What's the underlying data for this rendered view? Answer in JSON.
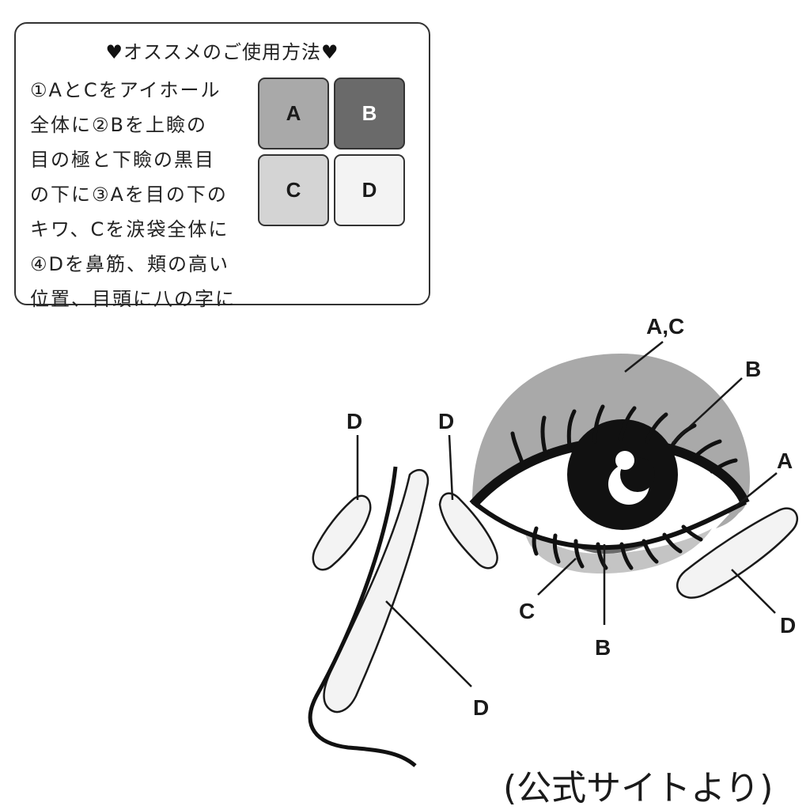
{
  "card": {
    "title": "オススメのご使用方法",
    "heart": "♥",
    "lines": [
      "①AとCをアイホール",
      "全体に②Bを上瞼の",
      "目の極と下瞼の黒目",
      "の下に③Aを目の下の",
      "キワ、Cを涙袋全体に",
      "④Dを鼻筋、頬の高い",
      "位置、目頭に八の字に"
    ]
  },
  "palette": [
    {
      "label": "A",
      "color": "#a9a9a9",
      "text_color": "#1a1a1a"
    },
    {
      "label": "B",
      "color": "#6a6a6a",
      "text_color": "#ffffff"
    },
    {
      "label": "C",
      "color": "#d4d4d4",
      "text_color": "#1a1a1a"
    },
    {
      "label": "D",
      "color": "#f3f3f3",
      "text_color": "#1a1a1a"
    }
  ],
  "diagram_labels": {
    "ac": "A,C",
    "b_top": "B",
    "a_right": "A",
    "d_left_far": "D",
    "d_left_near": "D",
    "c_bottom": "C",
    "b_bottom": "B",
    "d_cheek": "D",
    "d_nose": "D"
  },
  "credit": "(公式サイトより)"
}
